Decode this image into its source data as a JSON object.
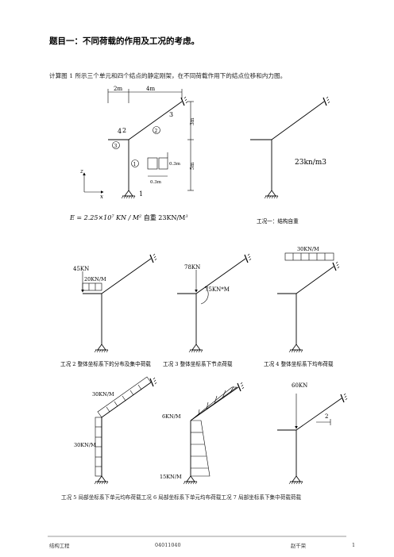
{
  "heading": "题目一：不同荷载的作用及工况的考虑。",
  "intro": "计算图 1 所示三个单元和四个结点的静定刚架，在不同荷载作用下的结点位移和内力图。",
  "fig1": {
    "dim_2m": "2m",
    "dim_4m": "4m",
    "dim_3m": "3m",
    "dim_5m": "5m",
    "node_1": "1",
    "node_2": "2",
    "node_3": "3",
    "node_4": "4",
    "elem_1": "1",
    "elem_2": "2",
    "elem_3": "3",
    "sec_h": "0.3m",
    "sec_w": "0.3m",
    "axis_z": "z",
    "axis_x": "x",
    "formula_lhs": "E = 2.25×10",
    "formula_exp1": "7",
    "formula_unit": " KN / M",
    "formula_exp2": "2",
    "formula_weight": "  自重  23KN/M",
    "formula_exp3": "3"
  },
  "case1": {
    "load": "23kn/m3",
    "caption": "工况一：结构自重"
  },
  "case2": {
    "l1": "45KN",
    "l2": "20KN/M",
    "caption": "工况 2 整体坐标系下的分布及集中荷载"
  },
  "case3": {
    "l1": "78KN",
    "l2": "75KN*M",
    "caption": "工况 3 整体坐标系下节点荷载"
  },
  "case4": {
    "l1": "30KN/M",
    "caption": "工况 4 整体坐标系下均布荷载"
  },
  "case5": {
    "l1": "30KN/M",
    "l2": "30KN/M"
  },
  "case6": {
    "l1": "6KN/M",
    "l2": "15KN/M"
  },
  "case7": {
    "l1": "60KN",
    "l2": "2"
  },
  "caption_row3": "工况 5 局部坐标系下单元均布荷载工况 6 局部坐标系下单元均布荷载工况 7 局部坐标系下集中荷载荷载",
  "footer": {
    "left": "结构工程",
    "center": "04011040",
    "right": "赵千荣",
    "page": "1"
  }
}
